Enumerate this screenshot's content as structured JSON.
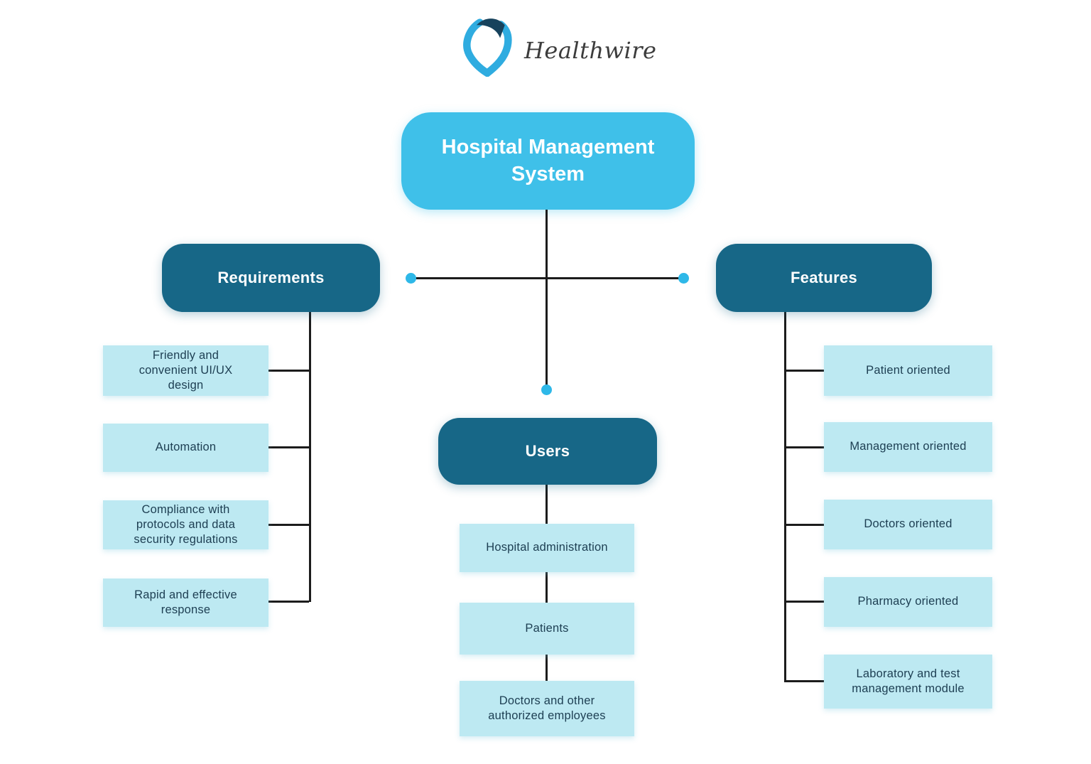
{
  "logo": {
    "brand": "Healthwire"
  },
  "root": {
    "title": "Hospital Management System"
  },
  "branches": [
    {
      "label": "Requirements",
      "items": [
        "Friendly and convenient UI/UX design",
        "Automation",
        "Compliance with protocols and data security regulations",
        "Rapid and effective response"
      ]
    },
    {
      "label": "Users",
      "items": [
        "Hospital administration",
        "Patients",
        "Doctors and other authorized employees"
      ]
    },
    {
      "label": "Features",
      "items": [
        "Patient oriented",
        "Management oriented",
        "Doctors oriented",
        "Pharmacy oriented",
        "Laboratory and test management module"
      ]
    }
  ],
  "colors": {
    "root_fill": "#3FC0E9",
    "branch_fill": "#176787",
    "leaf_fill": "#BDE9F2",
    "leaf_text": "#1D3E52",
    "connector": "#1C1C1C",
    "dot": "#2EB8E8",
    "logo_blue": "#2FACE0",
    "logo_dark": "#17425C"
  }
}
